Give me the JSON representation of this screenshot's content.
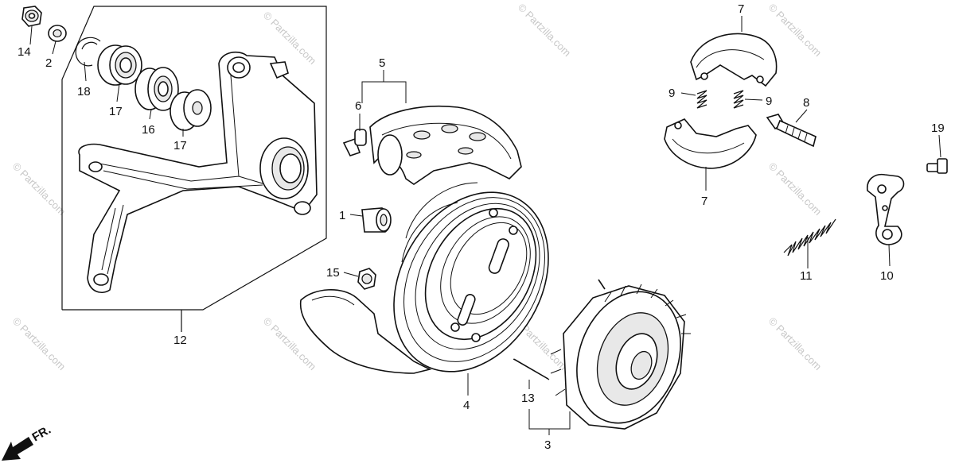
{
  "labels": {
    "l1": "1",
    "l2": "2",
    "l3": "3",
    "l4": "4",
    "l5": "5",
    "l6": "6",
    "l7a": "7",
    "l7b": "7",
    "l8": "8",
    "l9a": "9",
    "l9b": "9",
    "l10": "10",
    "l11": "11",
    "l12": "12",
    "l13": "13",
    "l14": "14",
    "l15": "15",
    "l16": "16",
    "l17a": "17",
    "l17b": "17",
    "l18": "18",
    "l19": "19"
  },
  "front_marker": "FR.",
  "watermark": "© Partzilla.com"
}
